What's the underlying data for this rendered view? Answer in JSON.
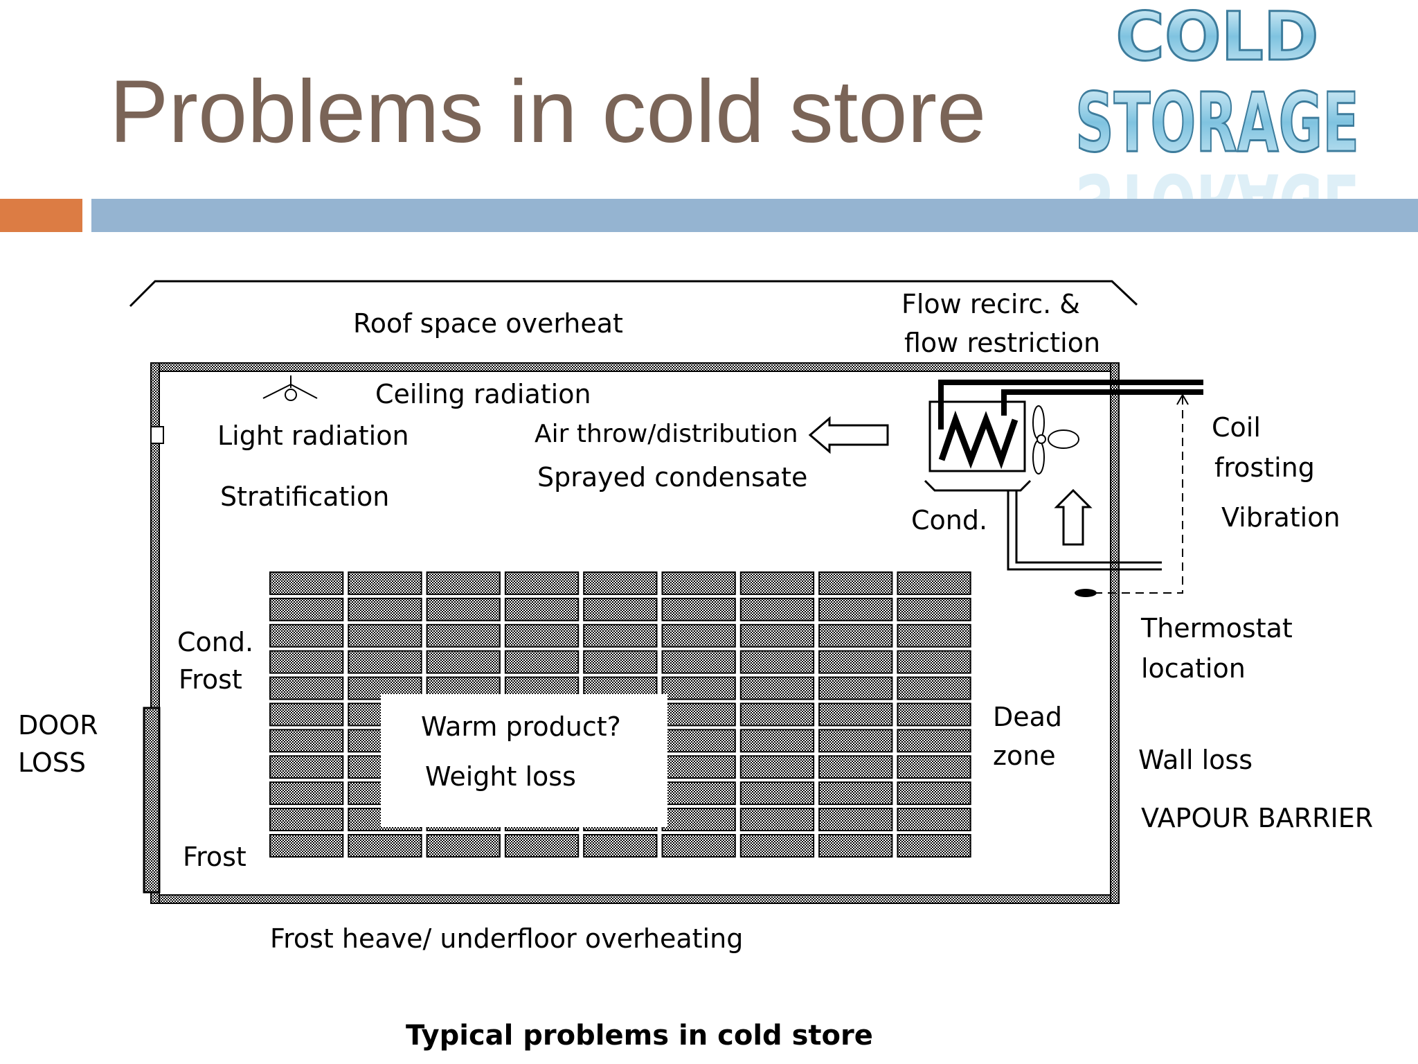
{
  "slide": {
    "title": "Problems in cold store",
    "logo_text_line1": "COLD",
    "logo_text_line2": "STORAGE",
    "accent_orange": "#dc7c44",
    "accent_blue": "#95b4d1",
    "title_color": "#7a6457"
  },
  "diagram": {
    "labels": {
      "roof": "Roof space overheat",
      "flow1": "Flow recirc. &",
      "flow2": "flow restriction",
      "ceiling": "Ceiling radiation",
      "light": "Light radiation",
      "air": "Air throw/distribution",
      "sprayed": "Sprayed condensate",
      "strat": "Stratification",
      "cond_top": "Cond.",
      "coil1": "Coil",
      "coil2": "frosting",
      "vibration": "Vibration",
      "thermo1": "Thermostat",
      "thermo2": "location",
      "cond_left": "Cond.",
      "frost_left": "Frost",
      "door1": "DOOR",
      "door2": "LOSS",
      "warm": "Warm product?",
      "weight": "Weight loss",
      "dead1": "Dead",
      "dead2": "zone",
      "wall": "Wall loss",
      "vapour": "VAPOUR BARRIER",
      "frost_bottom": "Frost",
      "heave": "Frost heave/ underfloor overheating"
    },
    "caption": "Typical problems in cold store"
  }
}
